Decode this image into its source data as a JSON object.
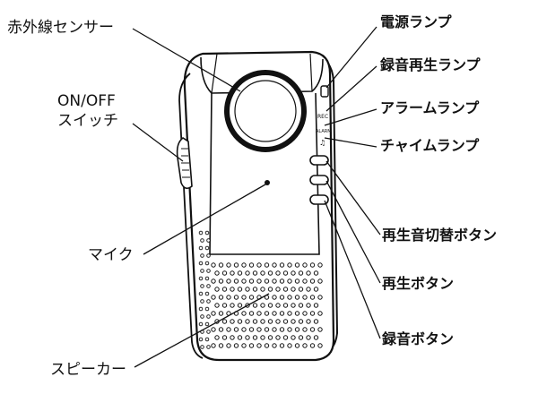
{
  "labels": {
    "infrared_sensor": "赤外線センサー",
    "onoff_switch_line1": "ON/OFF",
    "onoff_switch_line2": "スイッチ",
    "microphone": "マイク",
    "speaker": "スピーカー",
    "power_lamp": "電源ランプ",
    "recording_playback_lamp": "録音再生ランプ",
    "alarm_lamp": "アラームランプ",
    "chime_lamp": "チャイムランプ",
    "playback_sound_switch_button": "再生音切替ボタン",
    "playback_button": "再生ボタン",
    "record_button": "録音ボタン"
  },
  "device_markings": {
    "rec": "REC",
    "alarm": "ALARM",
    "chime": "♫"
  },
  "colors": {
    "line": "#111111",
    "sensor_ring": "#111111",
    "background": "#ffffff"
  }
}
